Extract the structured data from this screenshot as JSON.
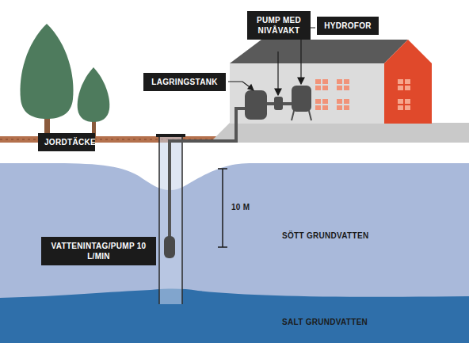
{
  "diagram": {
    "nodes": [
      {
        "text": [
          "JORDTÄCKE"
        ]
      },
      {
        "text": [
          "LAGRINGSTANK"
        ]
      },
      {
        "text": [
          "PUMP MED NIVÅVAKT"
        ]
      },
      {
        "text": [
          "HYDROFOR"
        ]
      },
      {
        "text": [
          "VATTENINTAG/PUMP 10 L/MIN"
        ]
      }
    ],
    "labels": [
      "10 M",
      "SÖTT GRUNDVATTEN",
      "SALT GRUNDVATTEN"
    ]
  }
}
